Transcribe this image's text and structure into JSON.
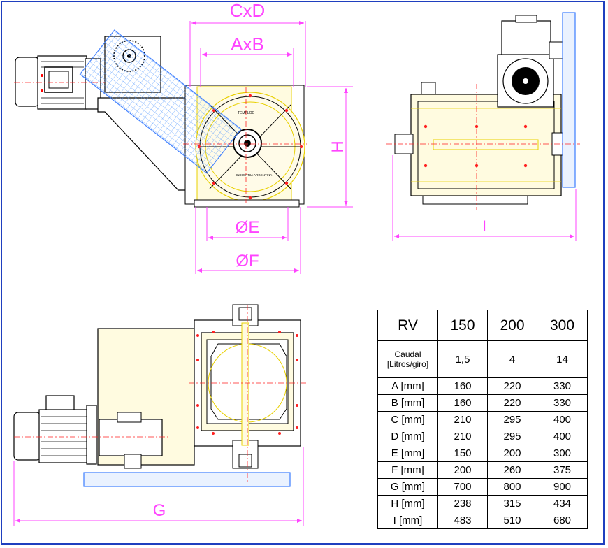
{
  "labels": {
    "cxd": "CxD",
    "axb": "AxB",
    "h": "H",
    "e": "ØE",
    "f": "ØF",
    "i": "I",
    "g": "G",
    "plate_top": "TEMPLOG",
    "plate_bottom": "INDUSTRIA ARGENTINA"
  },
  "colors": {
    "frame": "#1f3fbf",
    "dimension": "#ff44ff",
    "body_fill": "#fffbe0",
    "outline": "#000000",
    "cover": "#6aa8ff",
    "hidden": "#e8d000",
    "accent": "#e02020"
  },
  "table": {
    "header": [
      "RV",
      "150",
      "200",
      "300"
    ],
    "flow": {
      "label_line1": "Caudal",
      "label_line2": "[Litros/giro]",
      "values": [
        "1,5",
        "4",
        "14"
      ]
    },
    "rows": [
      {
        "label": "A [mm]",
        "values": [
          "160",
          "220",
          "330"
        ]
      },
      {
        "label": "B [mm]",
        "values": [
          "160",
          "220",
          "330"
        ]
      },
      {
        "label": "C [mm]",
        "values": [
          "210",
          "295",
          "400"
        ]
      },
      {
        "label": "D [mm]",
        "values": [
          "210",
          "295",
          "400"
        ]
      },
      {
        "label": "E [mm]",
        "values": [
          "150",
          "200",
          "300"
        ]
      },
      {
        "label": "F [mm]",
        "values": [
          "200",
          "260",
          "375"
        ]
      },
      {
        "label": "G [mm]",
        "values": [
          "700",
          "800",
          "900"
        ]
      },
      {
        "label": "H [mm]",
        "values": [
          "238",
          "315",
          "434"
        ]
      },
      {
        "label": "I [mm]",
        "values": [
          "483",
          "510",
          "680"
        ]
      }
    ]
  }
}
